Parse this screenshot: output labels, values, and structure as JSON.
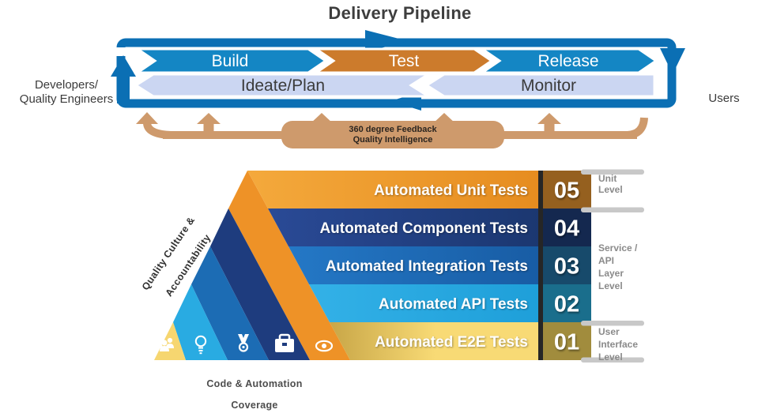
{
  "title": "Delivery Pipeline",
  "actors": {
    "left_line1": "Developers/",
    "left_line2": "Quality Engineers",
    "right": "Users"
  },
  "pipeline": {
    "loop_color": "#0B6FB4",
    "stages_top": [
      {
        "label": "Build",
        "color": "#1486C4"
      },
      {
        "label": "Test",
        "color": "#CC7B2C"
      },
      {
        "label": "Release",
        "color": "#1486C4"
      }
    ],
    "stages_bottom": [
      {
        "label": "Ideate/Plan",
        "color": "#CBD6F2"
      },
      {
        "label": "Monitor",
        "color": "#CBD6F2"
      }
    ]
  },
  "feedback": {
    "line1": "360 degree Feedback",
    "line2": "Quality Intelligence",
    "color": "#CE9A6C",
    "text_color": "#2B2520"
  },
  "pyramid": {
    "side_label_line1": "Quality Culture &",
    "side_label_line2": "Accountability",
    "bottom_label_line1": "Code & Automation",
    "bottom_label_line2": "Coverage",
    "divider_color": "#262626",
    "icons": [
      "team",
      "lightbulb",
      "medal",
      "briefcase",
      "eye"
    ],
    "rows": [
      {
        "label": "Automated Unit Tests",
        "number": "05",
        "color_left": "#F4A93C",
        "color_right": "#E68C1F",
        "stripe": "#EE9227",
        "badge": "#95601F"
      },
      {
        "label": "Automated Component Tests",
        "number": "04",
        "color_left": "#2A4A96",
        "color_right": "#1B3770",
        "stripe": "#1E3C7E",
        "badge": "#14284F"
      },
      {
        "label": "Automated Integration Tests",
        "number": "03",
        "color_left": "#2478C6",
        "color_right": "#185CA4",
        "stripe": "#1C6CB4",
        "badge": "#174A6B"
      },
      {
        "label": "Automated API Tests",
        "number": "02",
        "color_left": "#33B1E7",
        "color_right": "#1E9FD9",
        "stripe": "#29ABE2",
        "badge": "#1A6E8C"
      },
      {
        "label": "Automated E2E Tests",
        "number": "01",
        "color_left": "#C8A647",
        "color_right": "#F8DA75",
        "stripe": "#F6D670",
        "badge": "#A18C3D"
      }
    ],
    "levels": [
      {
        "l1": "Unit",
        "l2": "Level"
      },
      {
        "l1": "Service /",
        "l2": "API",
        "l3": "Layer",
        "l4": "Level"
      },
      {
        "l1": "User",
        "l2": "Interface",
        "l3": "Level"
      }
    ]
  }
}
